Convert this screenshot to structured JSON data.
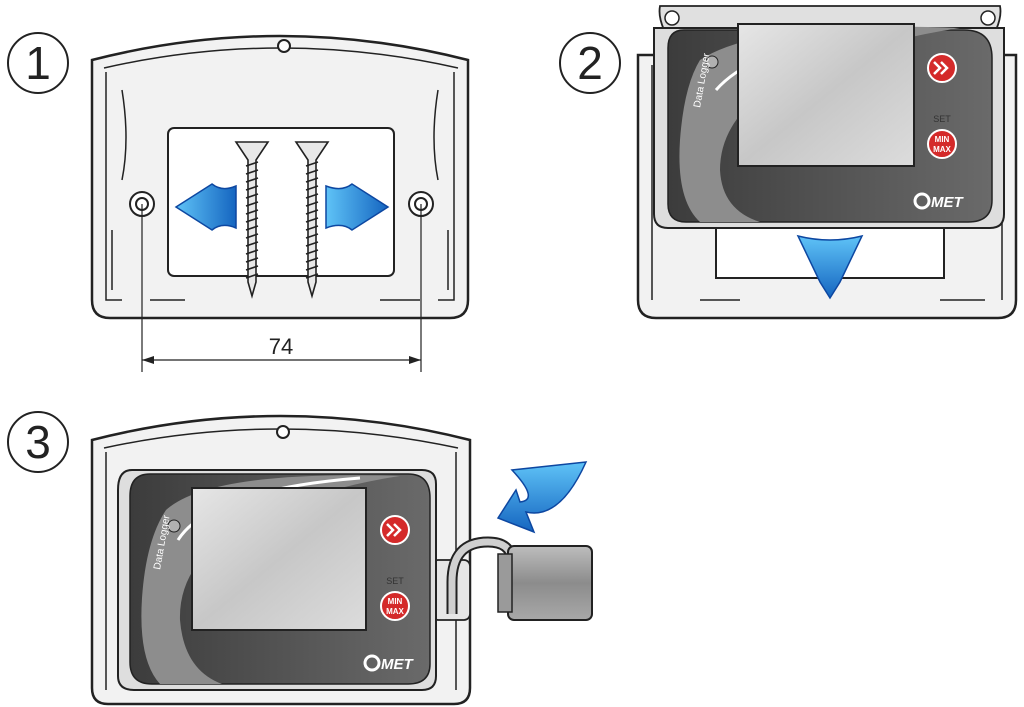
{
  "steps": [
    {
      "number": "1"
    },
    {
      "number": "2"
    },
    {
      "number": "3"
    }
  ],
  "dimension": {
    "label": "74"
  },
  "device": {
    "brand_text": "Data Logger",
    "set_label": "SET",
    "button_minmax_line1": "MIN",
    "button_minmax_line2": "MAX",
    "logo_text": "MET"
  },
  "colors": {
    "arrow_blue": "#1e88e5",
    "button_red": "#d42a2a",
    "housing_gray": "#f1f1f1",
    "device_dark": "#4a4a4a",
    "device_mid": "#8a8a8a",
    "display_gray": "#c9c9c9"
  }
}
